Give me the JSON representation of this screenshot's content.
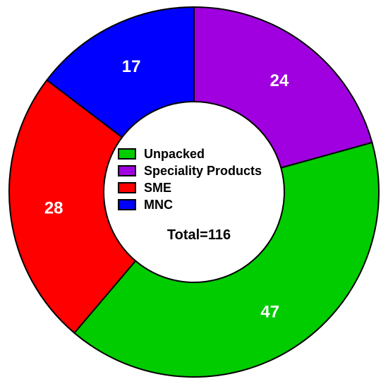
{
  "chart_data": {
    "type": "pie",
    "donut": true,
    "categories": [
      "Unpacked",
      "Speciality Products",
      "SME",
      "MNC"
    ],
    "values": [
      47,
      24,
      28,
      17
    ],
    "colors": [
      "#00cc00",
      "#a000e0",
      "#ff0000",
      "#0000ff"
    ],
    "slice_order_clockwise_from_top": [
      "Speciality Products",
      "Unpacked",
      "SME",
      "MNC"
    ],
    "legend": [
      "Unpacked",
      "Speciality Products",
      "SME",
      "MNC"
    ],
    "legend_placement": "center",
    "total_label": "Total=116",
    "title": ""
  }
}
